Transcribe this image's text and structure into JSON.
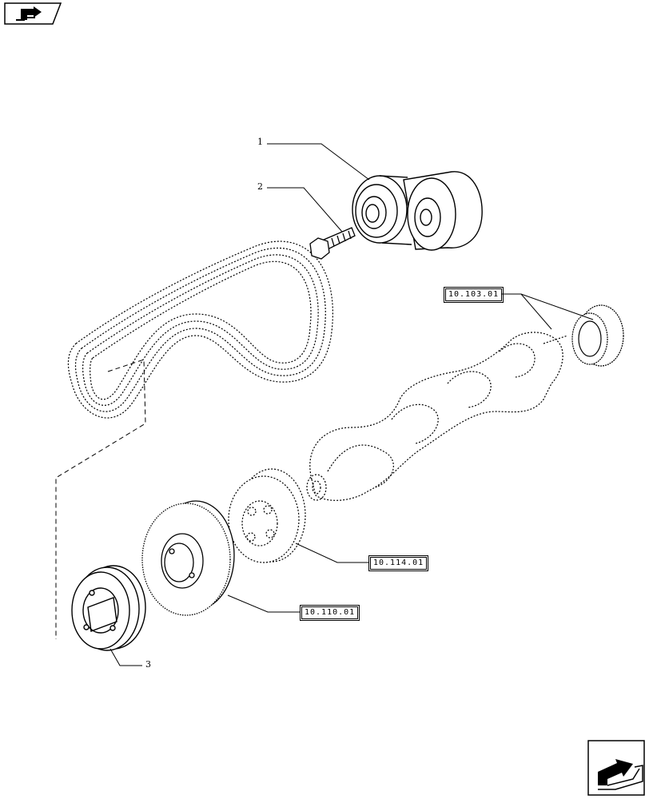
{
  "callouts": {
    "item_1": "1",
    "item_2": "2",
    "item_3": "3"
  },
  "references": {
    "ref_crank_gear": "10.103.01",
    "ref_damper": "10.114.01",
    "ref_pulley": "10.110.01"
  },
  "icons": {
    "top_left": "prev-page-icon",
    "bottom_right": "next-page-icon"
  }
}
